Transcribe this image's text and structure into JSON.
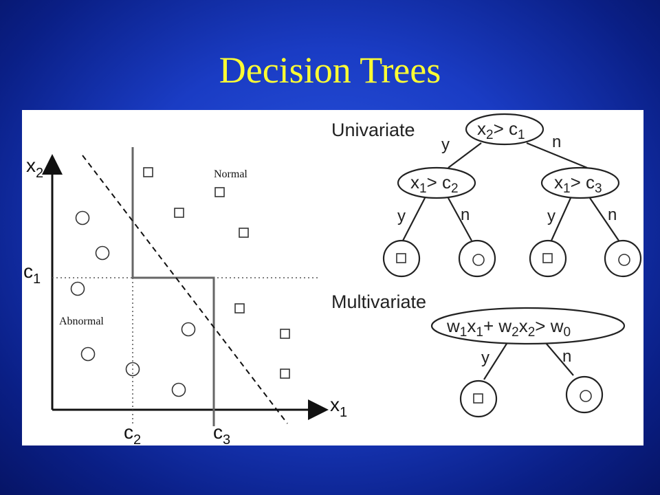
{
  "slide": {
    "title": "Decision Trees"
  },
  "scatter": {
    "axis_x_label": "x",
    "axis_x_sub": "1",
    "axis_y_label": "x",
    "axis_y_sub": "2",
    "threshold_c1_label": "c",
    "threshold_c1_sub": "1",
    "threshold_c2_label": "c",
    "threshold_c2_sub": "2",
    "threshold_c3_label": "c",
    "threshold_c3_sub": "3",
    "region_normal": "Normal",
    "region_abnormal": "Abnormal"
  },
  "univariate": {
    "heading": "Univariate",
    "root": {
      "var": "x",
      "var_sub": "2",
      "op": "> ",
      "thr": "c",
      "thr_sub": "1"
    },
    "left": {
      "var": "x",
      "var_sub": "1",
      "op": "> ",
      "thr": "c",
      "thr_sub": "2"
    },
    "right": {
      "var": "x",
      "var_sub": "1",
      "op": "> ",
      "thr": "c",
      "thr_sub": "3"
    },
    "yes": "y",
    "no": "n"
  },
  "multivariate": {
    "heading": "Multivariate",
    "node": {
      "w1": "w",
      "w1_sub": "1",
      "x1": "x",
      "x1_sub": "1",
      "plus": "+ ",
      "w2": "w",
      "w2_sub": "2",
      "x2": "x",
      "x2_sub": "2",
      "op": "> ",
      "w0": "w",
      "w0_sub": "0"
    },
    "yes": "y",
    "no": "n"
  },
  "colors": {
    "title": "#ffff33",
    "panel": "#ffffff",
    "ink": "#222222",
    "background_center": "#2a55e0",
    "background_edge": "#061466"
  }
}
